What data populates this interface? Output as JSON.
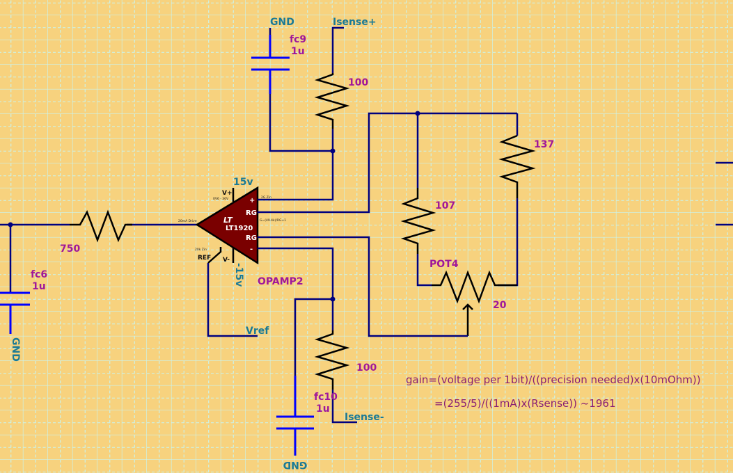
{
  "colors": {
    "background": "#f7d27e",
    "grid": "#c9f4ee",
    "wire": "#00007f",
    "resistor": "#000000",
    "capacitor": "#0000ff",
    "net_label": "#1a7a96",
    "value_label": "#a0179a",
    "note_text": "#8a1f73",
    "opamp_fill": "#7a0000"
  },
  "nets": {
    "gnd_top": "GND",
    "isense_plus": "Isense+",
    "isense_minus": "Isense-",
    "gnd_bottom": "GND",
    "gnd_left": "GND",
    "vref": "Vref",
    "v_pos": "15v",
    "v_neg": "-15v"
  },
  "components": {
    "fc9": {
      "name": "fc9",
      "value": "1u"
    },
    "fc10": {
      "name": "fc10",
      "value": "1u"
    },
    "fc6": {
      "name": "fc6",
      "value": "1u"
    },
    "r_top": {
      "value": "100"
    },
    "r_bottom": {
      "value": "100"
    },
    "r_input": {
      "value": "750"
    },
    "r_107": {
      "value": "107"
    },
    "r_137": {
      "value": "137"
    },
    "pot4": {
      "name": "POT4",
      "value": "20"
    },
    "opamp2": {
      "name": "OPAMP2",
      "part": "LT1920",
      "pins": {
        "vplus": "V+",
        "vminus": "V-",
        "plus": "+",
        "minus": "-",
        "rg_top": "RG",
        "rg_bottom": "RG",
        "ref": "REF"
      },
      "annotations": {
        "supply": "0V6 - 36V",
        "drive": "20mA Drive",
        "zin": "2G Zin",
        "gain_formula": "G=(49.4k)/RG+1",
        "zin_ref": "20k Zin"
      }
    }
  },
  "notes": {
    "line1": "gain=(voltage per 1bit)/((precision needed)x(10mOhm))",
    "line2": "=(255/5)/((1mA)x(Rsense))  ~1961"
  }
}
